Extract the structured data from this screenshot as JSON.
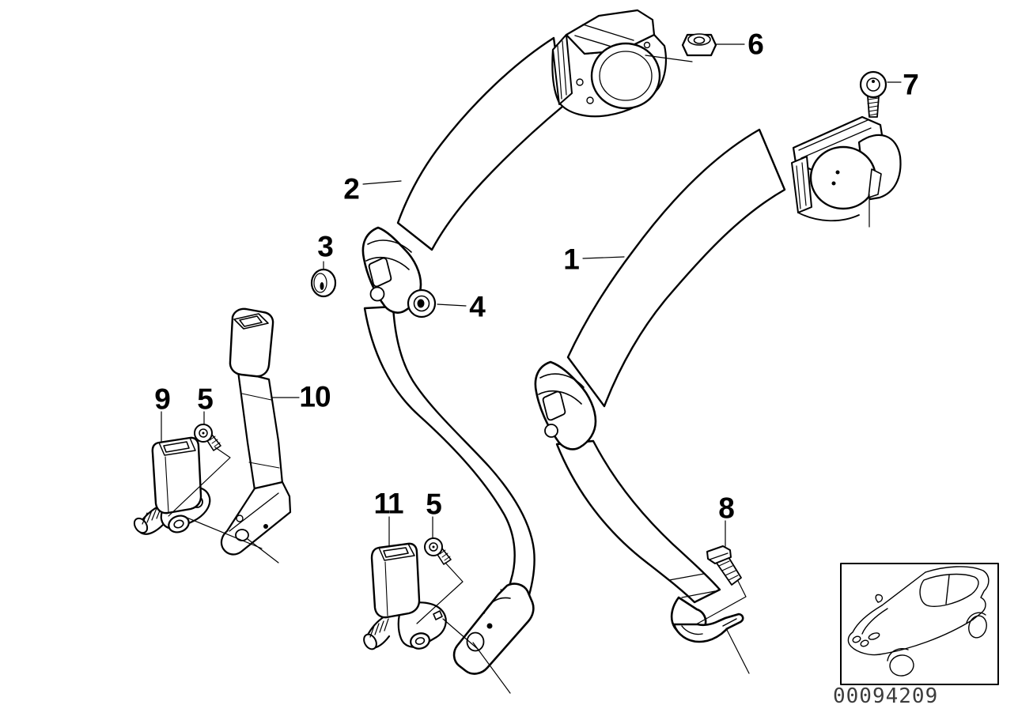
{
  "canvas": {
    "background": "#ffffff",
    "line_color": "#000000"
  },
  "callouts": [
    {
      "label": "1",
      "target": "rear-seat-belt-right-with-retractor"
    },
    {
      "label": "2",
      "target": "rear-seat-belt-left-with-retractor"
    },
    {
      "label": "3",
      "target": "cover-cap"
    },
    {
      "label": "4",
      "target": "spacer-grommet"
    },
    {
      "label": "5",
      "target": "socket-head-screw-left"
    },
    {
      "label": "5",
      "target": "socket-head-screw-center"
    },
    {
      "label": "6",
      "target": "hex-nut"
    },
    {
      "label": "7",
      "target": "fillister-head-screw"
    },
    {
      "label": "8",
      "target": "hex-bolt"
    },
    {
      "label": "9",
      "target": "belt-buckle-left"
    },
    {
      "label": "10",
      "target": "belt-lock-with-bracket"
    },
    {
      "label": "11",
      "target": "belt-buckle-center"
    }
  ],
  "footer": {
    "document_number": "00094209"
  },
  "icons": {
    "car_thumbnail": "car-three-quarter-outline-icon"
  }
}
